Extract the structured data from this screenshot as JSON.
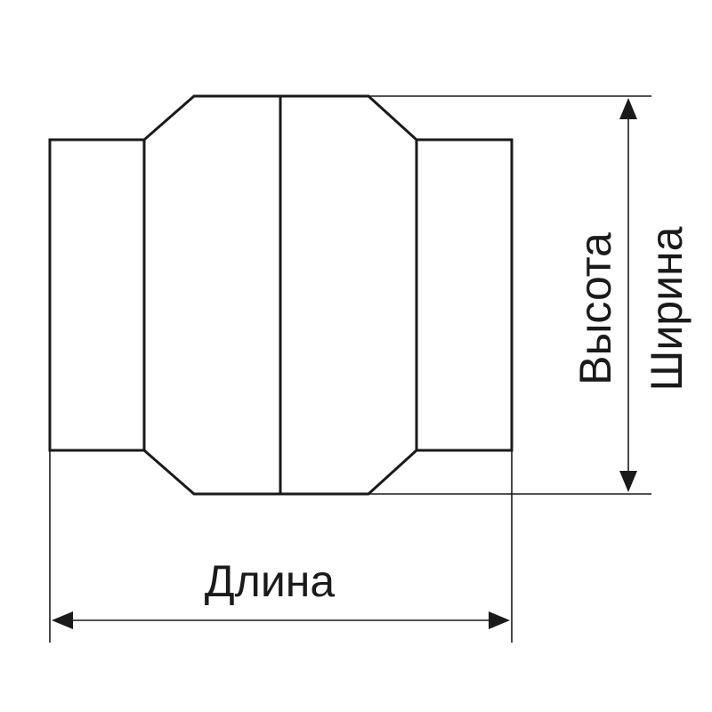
{
  "labels": {
    "length": "Длина",
    "height": "Высота",
    "width": "Ширина"
  },
  "colors": {
    "stroke": "#1a1a1a",
    "background": "#ffffff"
  }
}
